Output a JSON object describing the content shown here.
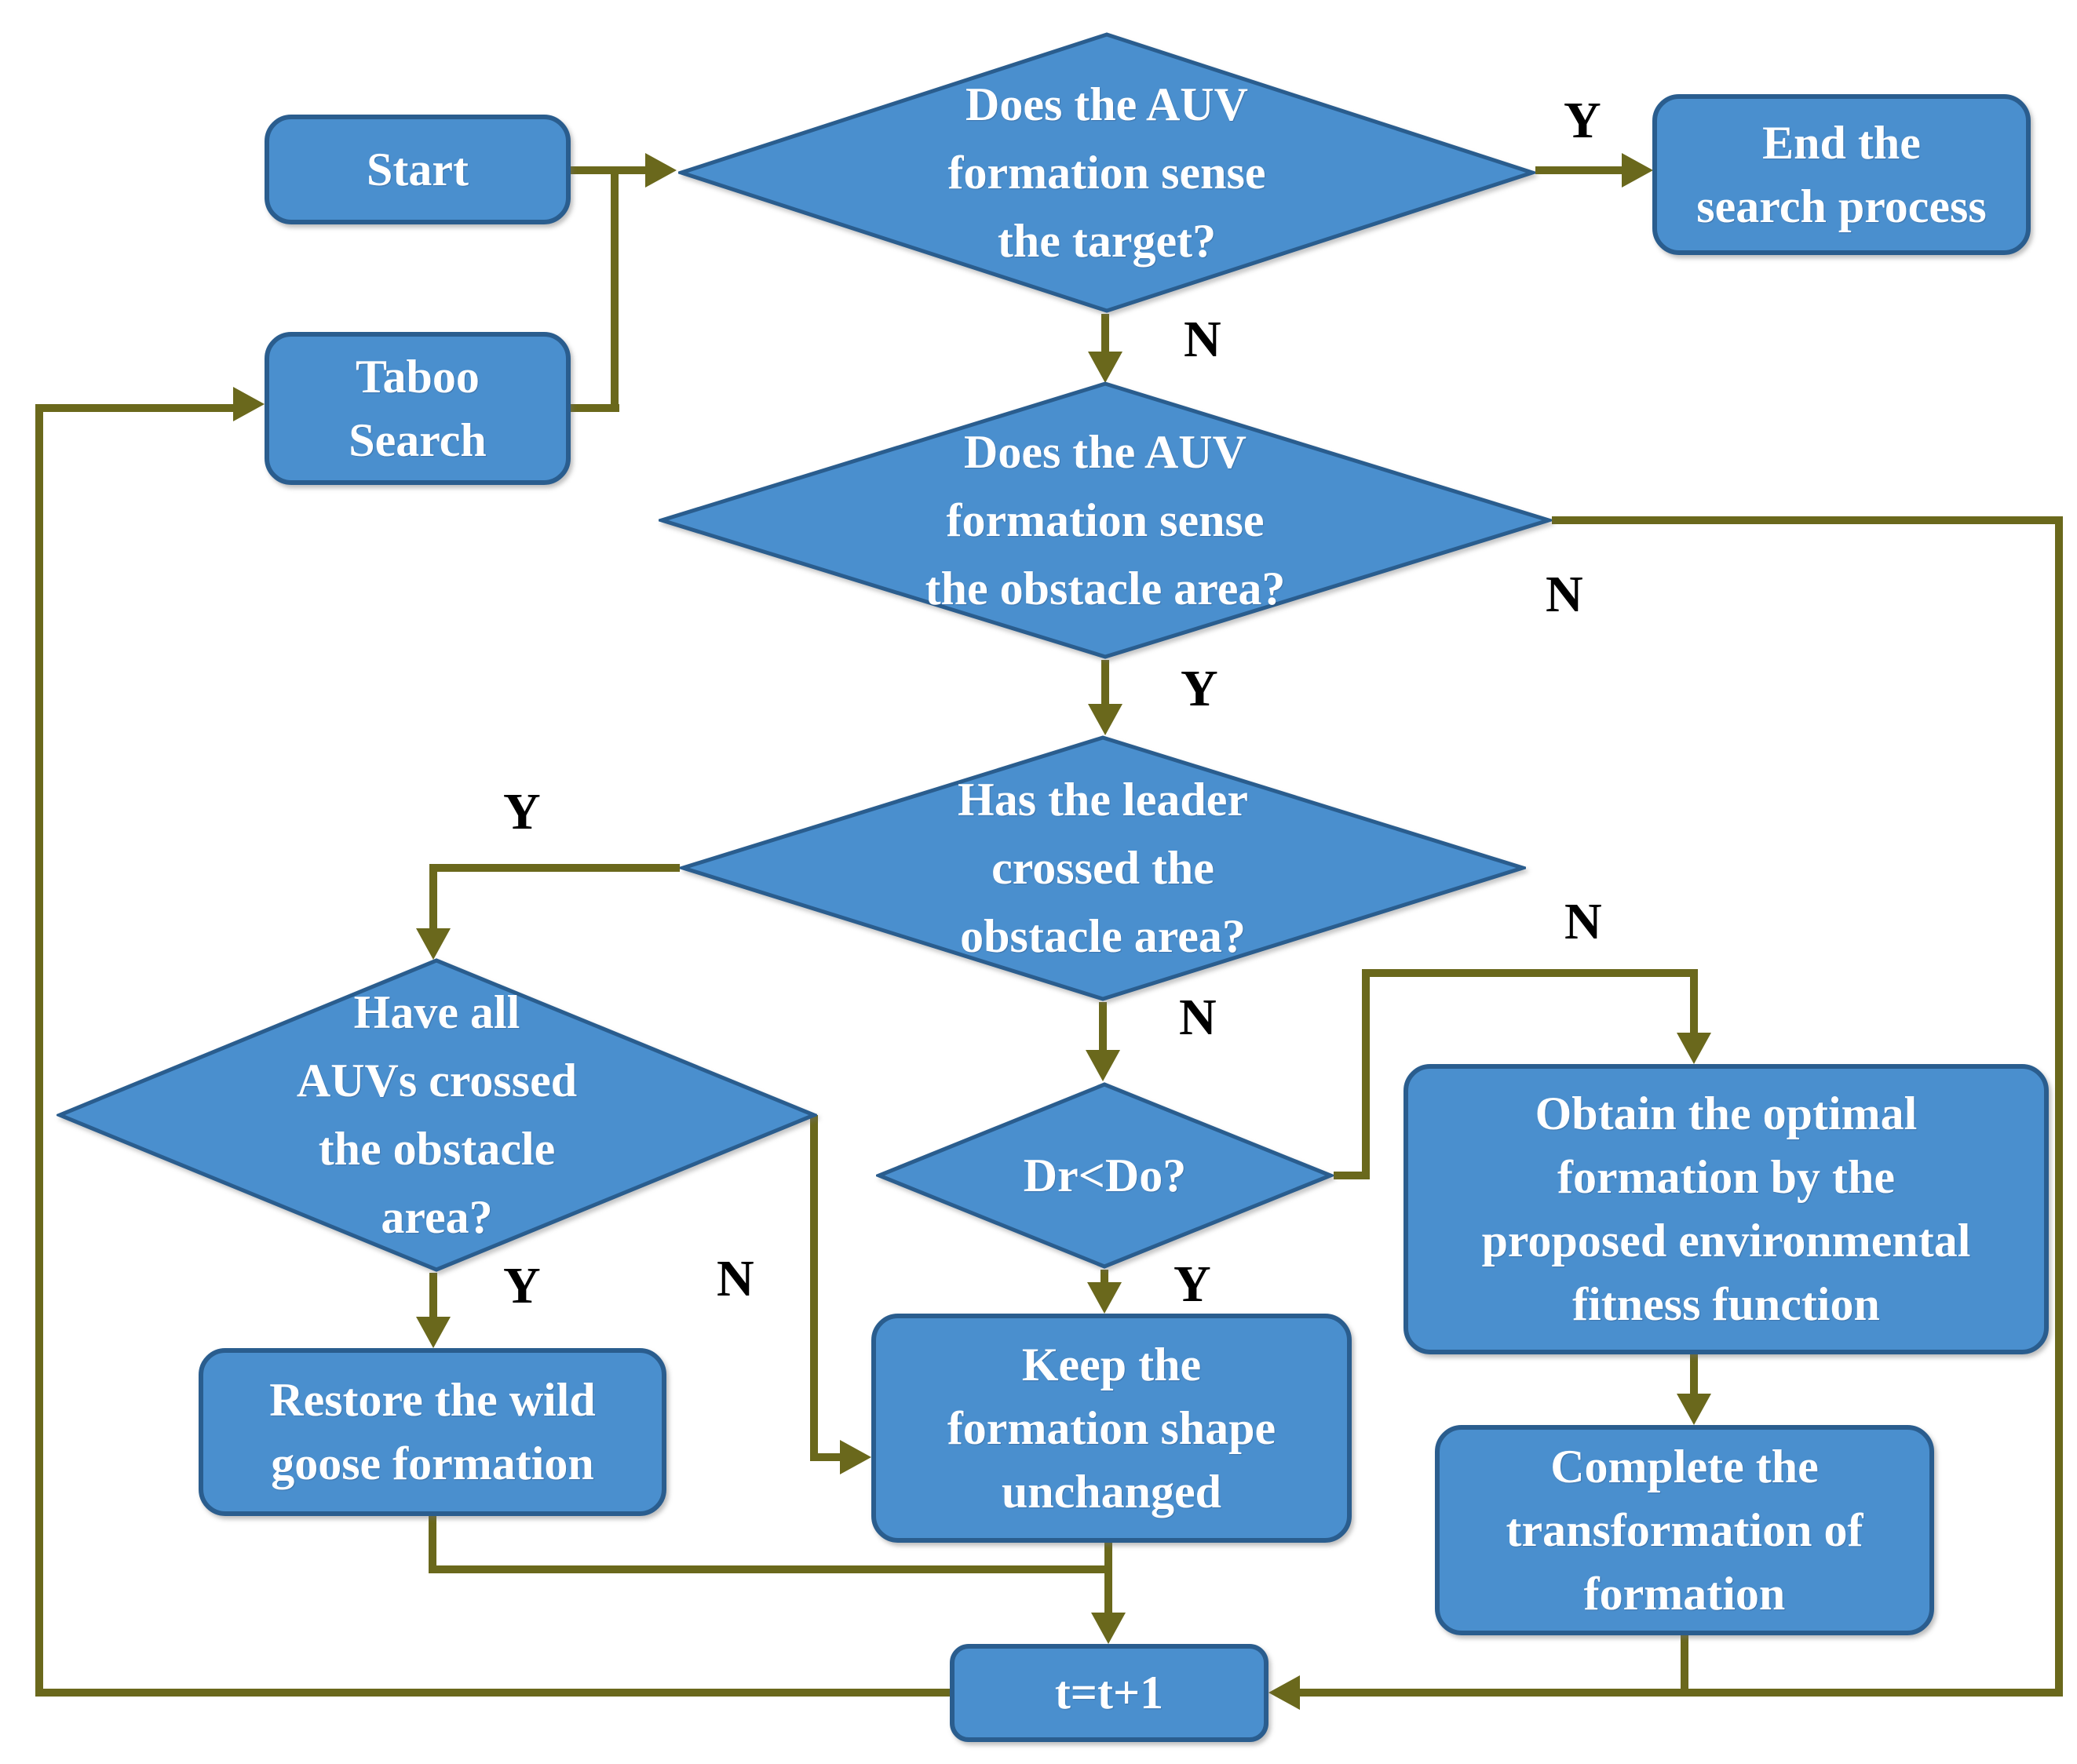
{
  "diagram": {
    "title": "AUV formation search flowchart",
    "colors": {
      "shape_fill": "#4a8fce",
      "shape_border": "#2a5d8e",
      "connector": "#6a681c",
      "shape_text": "#ffffff",
      "edge_label_text": "#000000",
      "background": "#ffffff"
    },
    "nodes": {
      "start": {
        "type": "process",
        "label": "Start"
      },
      "sense_target": {
        "type": "decision",
        "label": "Does the AUV\nformation sense\nthe target?"
      },
      "end_search": {
        "type": "process",
        "label": "End the\nsearch process"
      },
      "taboo_search": {
        "type": "process",
        "label": "Taboo\nSearch"
      },
      "sense_obstacle": {
        "type": "decision",
        "label": "Does the AUV\nformation sense\nthe obstacle area?"
      },
      "leader_crossed": {
        "type": "decision",
        "label": "Has the leader\ncrossed the\nobstacle area?"
      },
      "all_crossed": {
        "type": "decision",
        "label": "Have all\nAUVs crossed\nthe obstacle\narea?"
      },
      "dr_do": {
        "type": "decision",
        "label": "Dr<Do?"
      },
      "obtain_formation": {
        "type": "process",
        "label": "Obtain the optimal\nformation by the\nproposed environmental\nfitness function"
      },
      "restore_formation": {
        "type": "process",
        "label": "Restore the wild\ngoose formation"
      },
      "keep_formation": {
        "type": "process",
        "label": "Keep the\nformation shape\nunchanged"
      },
      "complete_transformation": {
        "type": "process",
        "label": "Complete the\ntransformation of\nformation"
      },
      "increment_t": {
        "type": "process",
        "label": "t=t+1"
      }
    },
    "edge_labels": {
      "sense_target_yes": "Y",
      "sense_target_no": "N",
      "sense_obstacle_no": "N",
      "sense_obstacle_yes": "Y",
      "leader_crossed_yes": "Y",
      "leader_crossed_no": "N",
      "dr_do_no": "N",
      "dr_do_yes": "Y",
      "all_crossed_yes": "Y",
      "all_crossed_no": "N"
    }
  }
}
